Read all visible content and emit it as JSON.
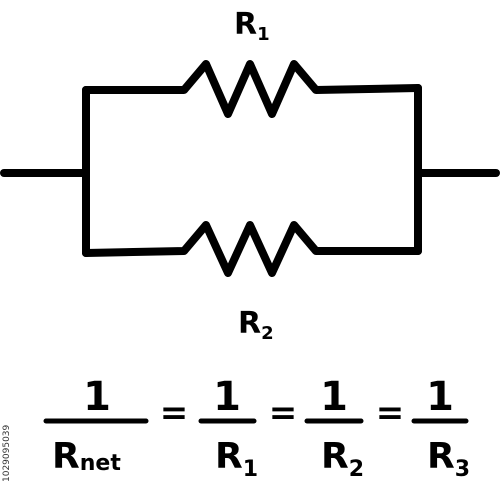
{
  "colors": {
    "stroke": "#000000",
    "background": "#ffffff"
  },
  "resistors": {
    "top": {
      "symbol": "R",
      "subscript": "1"
    },
    "bottom": {
      "symbol": "R",
      "subscript": "2"
    }
  },
  "equation": {
    "terms": [
      {
        "numerator": "1",
        "symbol": "R",
        "subscript": "net"
      },
      {
        "numerator": "1",
        "symbol": "R",
        "subscript": "1"
      },
      {
        "numerator": "1",
        "symbol": "R",
        "subscript": "2"
      },
      {
        "numerator": "1",
        "symbol": "R",
        "subscript": "3"
      }
    ],
    "operator": "="
  },
  "watermark_id": "1029095039"
}
